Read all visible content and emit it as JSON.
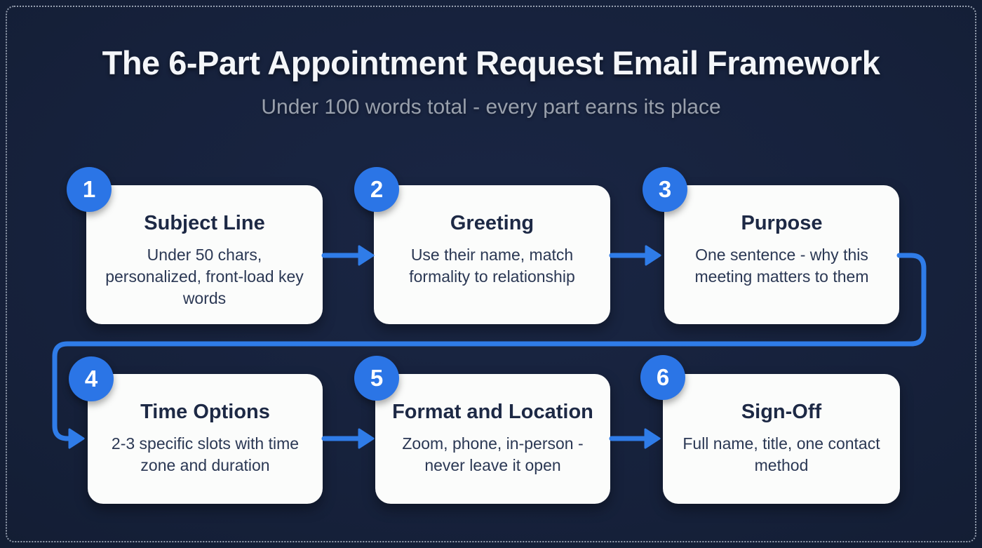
{
  "page": {
    "title": "The 6-Part Appointment Request Email Framework",
    "subtitle": "Under 100 words total - every part earns its place"
  },
  "cards": [
    {
      "number": "1",
      "title": "Subject Line",
      "description": "Under 50 chars, personalized, front-load key words"
    },
    {
      "number": "2",
      "title": "Greeting",
      "description": "Use their name, match formality to relationship"
    },
    {
      "number": "3",
      "title": "Purpose",
      "description": "One sentence - why this meeting matters to them"
    },
    {
      "number": "4",
      "title": "Time Options",
      "description": "2-3 specific slots with time zone and duration"
    },
    {
      "number": "5",
      "title": "Format and Location",
      "description": "Zoom, phone, in-person - never leave it open"
    },
    {
      "number": "6",
      "title": "Sign-Off",
      "description": "Full name, title, one contact method"
    }
  ],
  "flow": {
    "connections": [
      "1-2",
      "2-3",
      "3-4",
      "4-5",
      "5-6"
    ]
  },
  "colors": {
    "background": "#16213b",
    "card_background": "#fbfcfb",
    "badge_blue": "#2b75e6",
    "arrow_blue": "#2f7ce8",
    "card_title_text": "#1d2945",
    "card_body_text": "#2b3854",
    "title_text": "#f4f6f9",
    "subtitle_text": "#99a0ac",
    "border_dots": "#97a0b0"
  }
}
